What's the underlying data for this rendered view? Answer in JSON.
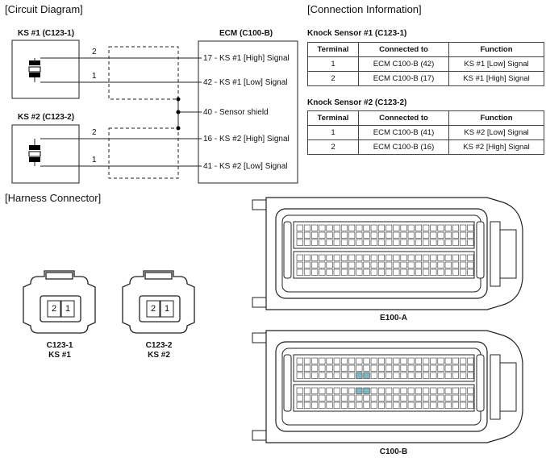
{
  "sections": {
    "circuit": "[Circuit Diagram]",
    "connection": "[Connection Information]",
    "harness": "[Harness Connector]"
  },
  "circuit": {
    "ks1_label": "KS #1 (C123-1)",
    "ks2_label": "KS #2 (C123-2)",
    "ecm_label": "ECM (C100-B)",
    "pin_2": "2",
    "pin_1": "1",
    "signals": [
      "17 - KS #1 [High] Signal",
      "42 - KS #1 [Low] Signal",
      "40 - Sensor shield",
      "16 - KS #2 [High] Signal",
      "41 - KS #2 [Low] Signal"
    ]
  },
  "tables": {
    "headers": [
      "Terminal",
      "Connected to",
      "Function"
    ],
    "ks1": {
      "title": "Knock Sensor #1 (C123-1)",
      "rows": [
        [
          "1",
          "ECM C100-B (42)",
          "KS #1 [Low] Signal"
        ],
        [
          "2",
          "ECM C100-B (17)",
          "KS #1 [High] Signal"
        ]
      ]
    },
    "ks2": {
      "title": "Knock Sensor #2 (C123-2)",
      "rows": [
        [
          "1",
          "ECM C100-B (41)",
          "KS #2 [Low] Signal"
        ],
        [
          "2",
          "ECM C100-B (16)",
          "KS #2 [High] Signal"
        ]
      ]
    }
  },
  "harness": {
    "c1": {
      "pins": [
        "2",
        "1"
      ],
      "name": "C123-1",
      "sub": "KS #1"
    },
    "c2": {
      "pins": [
        "2",
        "1"
      ],
      "name": "C123-2",
      "sub": "KS #2"
    },
    "e100a": "E100-A",
    "c100b": "C100-B"
  },
  "colors": {
    "line": "#222222",
    "pin_highlight": "#7fb8c2"
  }
}
